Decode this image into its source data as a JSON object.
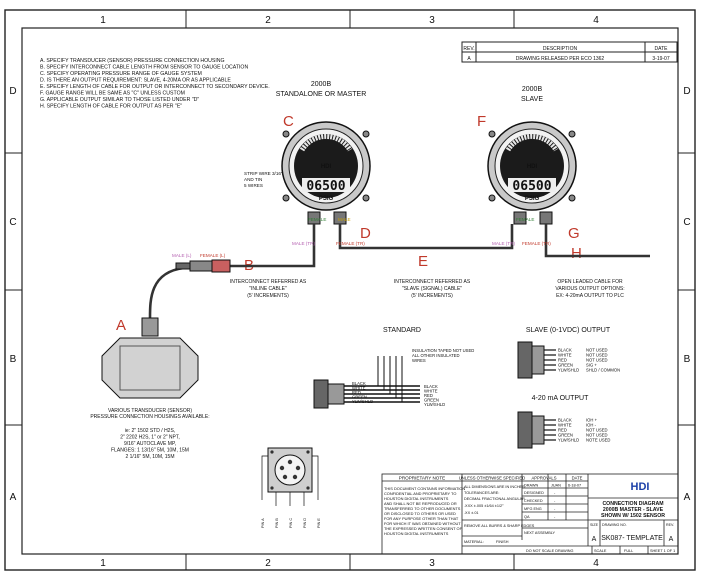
{
  "zones": {
    "columns": [
      "1",
      "2",
      "3",
      "4"
    ],
    "rows": [
      "D",
      "C",
      "B",
      "A"
    ]
  },
  "revision_block": {
    "headers": [
      "REV.",
      "DESCRIPTION",
      "DATE"
    ],
    "rev": "A",
    "description": "DRAWING RELEASED PER ECO 1362",
    "date": "3-19-07"
  },
  "notes": [
    "A.  SPECIFY TRANSDUCER (SENSOR) PRESSURE CONNECTION HOUSING",
    "B.  SPECIFY INTERCONNECT CABLE LENGTH FROM SENSOR TO GAUGE LOCATION",
    "C.  SPECIFY OPERATING PRESSURE RANGE OF GAUGE SYSTEM",
    "D.  IS THERE AN OUTPUT REQUIREMENT: SLAVE, 4-20MA OR AS APPLICABLE",
    "E.  SPECIFY LENGTH OF CABLE FOR OUTPUT OR INTERCONNECT TO SECONDARY DEVICE.",
    "F.  GAUGE RANGE WILL BE SAME AS \"C\" UNLESS CUSTOM",
    "G.  APPLICABLE OUTPUT SIMILAR TO THOSE LISTED UNDER \"D\"",
    "H.  SPECIFY LENGTH OF CABLE FOR OUTPUT AS PER \"E\""
  ],
  "gauges": {
    "master": {
      "model": "2000B",
      "role": "STANDALONE OR MASTER",
      "reading": "06500",
      "unit": "PSIG",
      "brand": "HDI"
    },
    "slave": {
      "model": "2000B",
      "role": "SLAVE",
      "reading": "06500",
      "unit": "PSIG",
      "brand": "HDI"
    }
  },
  "callouts": {
    "A": "A",
    "B": "B",
    "C": "C",
    "D": "D",
    "E": "E",
    "F": "F",
    "G": "G",
    "H": "H"
  },
  "connectors": {
    "male_tr": "MALE (TR)",
    "female_tr": "FEMALE (TR)",
    "male_l": "MALE (L)",
    "female_l": "FEMALE (L)",
    "female_g": "FEMALE",
    "male_g": "MALE"
  },
  "strip_note": [
    "STRIP WIRE 3/16\"",
    "AND TIN",
    "5 WIRES"
  ],
  "cable_notes": {
    "inline": [
      "INTERCONNECT REFERRED AS",
      "\"INLINE CABLE\"",
      "(5' INCREMENTS)"
    ],
    "signal": [
      "INTERCONNECT REFERRED AS",
      "\"SLAVE (SIGNAL) CABLE\"",
      "(5' INCREMENTS)"
    ],
    "open": [
      "OPEN LEADED CABLE FOR",
      "VARIOUS OUTPUT OPTIONS:",
      "EX: 4-20mA OUTPUT TO PLC"
    ]
  },
  "sensor_notes": [
    "VARIOUS TRANSDUCER (SENSOR)",
    "PRESSURE CONNECTION HOUSINGS AVAILABLE:",
    "ie:  2\" 1502 STD / H2S,",
    "2\" 2202 H2S, 1\" or 2\" NPT,",
    "9/16\" AUTOCLAVE MP,",
    "FLANGES: 1 13/16\" 5M, 10M, 15M",
    "2 1/16\" 5M, 10M, 15M"
  ],
  "standard": {
    "title": "STANDARD",
    "wires": [
      "BLACK",
      "WHITE",
      "RED",
      "GREEN",
      "YLW/SHLD"
    ],
    "note": [
      "INSULATION TAPED NOT USED",
      "ALL OTHER INSULATED",
      "WIRES"
    ]
  },
  "slave_output": {
    "title": "SLAVE (0-1VDC) OUTPUT",
    "wires": [
      "BLACK",
      "WHITE",
      "RED",
      "GREEN",
      "YLW/SHLD"
    ],
    "funcs": [
      "NOT USED",
      "NOT USED",
      "NOT USED",
      "SIG +",
      "SHLD / COMMON"
    ]
  },
  "ma_output": {
    "title": "4-20 mA OUTPUT",
    "wires": [
      "BLACK",
      "WHITE",
      "RED",
      "GREEN",
      "YLW/SHLD"
    ],
    "funcs": [
      "IOH +",
      "IOH -",
      "NOT USED",
      "NOT USED",
      "NOTE USED"
    ]
  },
  "pin_labels": [
    "PIN A",
    "PIN B",
    "PIN C",
    "PIN D",
    "PIN E"
  ],
  "title_block": {
    "proprietary_title": "PROPRIETARY NOTE",
    "proprietary_text": [
      "THIS DOCUMENT CONTAINS INFORMATION",
      "CONFIDENTIAL AND PROPRIETARY TO",
      "HOUSTON DIGITAL INSTRUMENTS",
      "AND SHALL NOT BE REPRODUCED OR",
      "TRANSFERRED TO OTHER DOCUMENTS",
      "OR DISCLOSED TO OTHERS OR USED",
      "FOR ANY PURPOSE OTHER THAN THAT",
      "FOR WHICH IT WAS OBTAINED WITHOUT",
      "THE EXPRESSED WRITTEN CONSENT OF",
      "HOUSTON DIGITAL INSTRUMENTS"
    ],
    "unless": "UNLESS OTHERWISE SPECIFIED",
    "tolerance_lines": [
      "ALL DIMENSIONS ARE IN INCHES.",
      "TOLERANCES ARE:",
      "DECIMAL    FRACTIONAL  ANGULAR",
      ".XXX ±.005  ±1/64   ±1/2°",
      ".XX ±.01"
    ],
    "remove_burrs": "REMOVE ALL BURRS & SHARP EDGES",
    "material": "MATERIAL:",
    "finish": "FINISH",
    "approvals": "APPROVALS",
    "date": "DATE",
    "approval_rows": [
      {
        "role": "DRAWN",
        "name": "JUAN",
        "date": "6-18-07"
      },
      {
        "role": "DESIGNED",
        "name": "-",
        "date": ""
      },
      {
        "role": "CHECKED",
        "name": "-",
        "date": ""
      },
      {
        "role": "MFG ENG",
        "name": "-",
        "date": ""
      },
      {
        "role": "QA",
        "name": "-",
        "date": ""
      }
    ],
    "next_assembly": "NEXT ASSEMBLY",
    "company": "HDI",
    "title_lines": [
      "CONNECTION DIAGRAM",
      "2000B MASTER - SLAVE",
      "SHOWN W/ 1502 SENSOR"
    ],
    "size_label": "SIZE",
    "size": "A",
    "drawing_no_label": "DRAWING NO.",
    "drawing_no": "SK087- TEMPLATE",
    "rev_label": "REV.",
    "rev": "A",
    "do_not_scale": "DO NOT SCALE DRAWING",
    "scale": "SCALE",
    "scale_val": "FULL",
    "sheet": "SHEET 1 OF 1"
  }
}
